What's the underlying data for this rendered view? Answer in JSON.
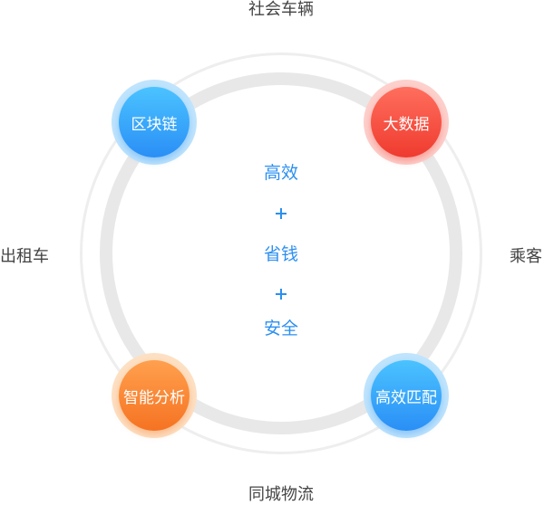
{
  "outer_labels": {
    "top": "社会车辆",
    "bottom": "同城物流",
    "left": "出租车",
    "right": "乘客"
  },
  "center": {
    "line1": "高效",
    "line2": "省钱",
    "line3": "安全"
  },
  "nodes": {
    "top_left": "区块链",
    "top_right": "大数据",
    "bottom_left": "智能分析",
    "bottom_right": "高效匹配"
  },
  "colors": {
    "blue": "#2a8ff6",
    "red": "#ef3b2f",
    "orange": "#f57322",
    "center_text": "#2b8ff0",
    "ring": "#e8e8e8"
  }
}
